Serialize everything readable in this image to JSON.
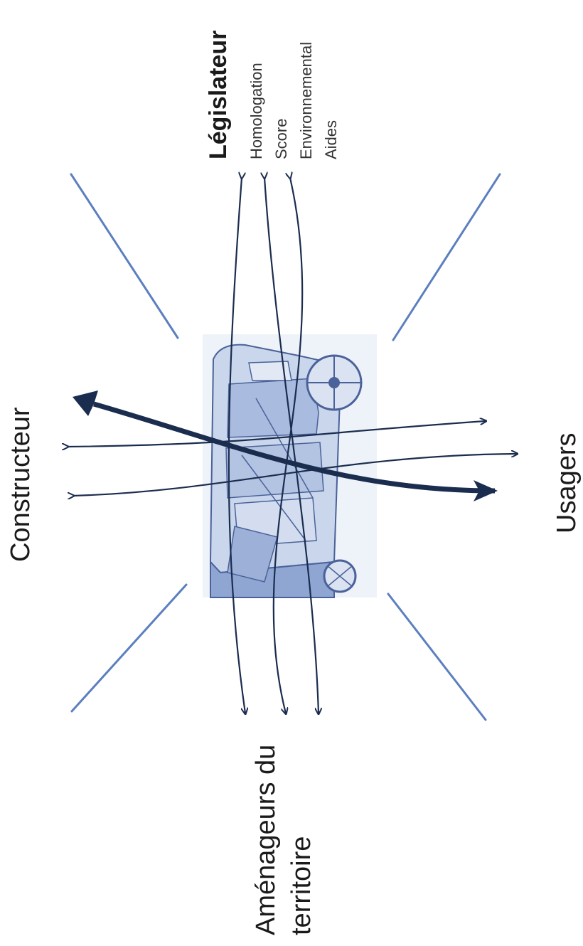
{
  "labels": {
    "constructeur": "Constructeur",
    "usagers": "Usagers",
    "legislateur": "Législateur",
    "homologation": "Homologation",
    "score": "Score",
    "environnemental": "Environnemental",
    "aides": "Aides",
    "amenageurs_line1": "Aménageurs du",
    "amenageurs_line2": "territoire"
  },
  "colors": {
    "arrow": "#1b2d4f",
    "divider": "#5b7fbf",
    "vehicle_fill": "#c9d6ec",
    "vehicle_stroke": "#4a6299"
  }
}
